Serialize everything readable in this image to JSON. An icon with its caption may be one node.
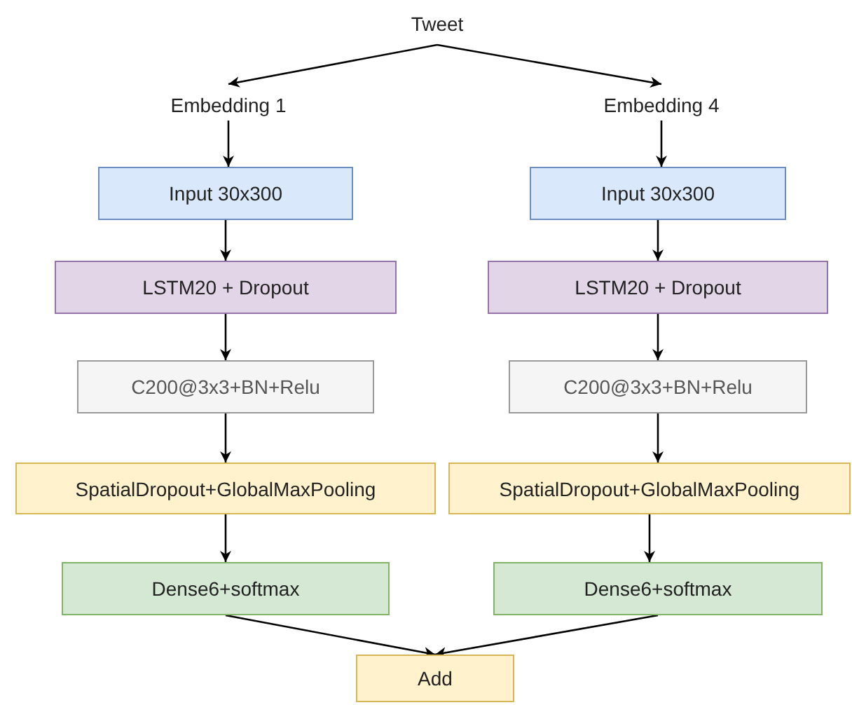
{
  "diagram": {
    "nodes": [
      {
        "text": [
          "Tweet"
        ]
      },
      {
        "text": [
          "Embedding 1"
        ]
      },
      {
        "text": [
          "Embedding 4"
        ]
      },
      {
        "text": [
          "Input 30x300"
        ]
      },
      {
        "text": [
          "Input 30x300"
        ]
      },
      {
        "text": [
          "LSTM20 + Dropout"
        ]
      },
      {
        "text": [
          "LSTM20 + Dropout"
        ]
      },
      {
        "text": [
          "C200@3x3+BN+Relu"
        ]
      },
      {
        "text": [
          "C200@3x3+BN+Relu"
        ]
      },
      {
        "text": [
          "SpatialDropout+GlobalMaxPooling"
        ]
      },
      {
        "text": [
          "SpatialDropout+GlobalMaxPooling"
        ]
      },
      {
        "text": [
          "Dense6+softmax"
        ]
      },
      {
        "text": [
          "Dense6+softmax"
        ]
      },
      {
        "text": [
          "Add"
        ]
      }
    ],
    "edges": [
      {
        "from": 0,
        "to": 1,
        "arrow": "to"
      },
      {
        "from": 0,
        "to": 2,
        "arrow": "to"
      },
      {
        "from": 1,
        "to": 3,
        "arrow": "to"
      },
      {
        "from": 2,
        "to": 4,
        "arrow": "to"
      },
      {
        "from": 3,
        "to": 5,
        "arrow": "to"
      },
      {
        "from": 4,
        "to": 6,
        "arrow": "to"
      },
      {
        "from": 5,
        "to": 7,
        "arrow": "to"
      },
      {
        "from": 6,
        "to": 8,
        "arrow": "to"
      },
      {
        "from": 7,
        "to": 9,
        "arrow": "to"
      },
      {
        "from": 8,
        "to": 10,
        "arrow": "to"
      },
      {
        "from": 9,
        "to": 11,
        "arrow": "to"
      },
      {
        "from": 10,
        "to": 12,
        "arrow": "to"
      },
      {
        "from": 11,
        "to": 13,
        "arrow": "to"
      },
      {
        "from": 12,
        "to": 13,
        "arrow": "to"
      }
    ]
  }
}
